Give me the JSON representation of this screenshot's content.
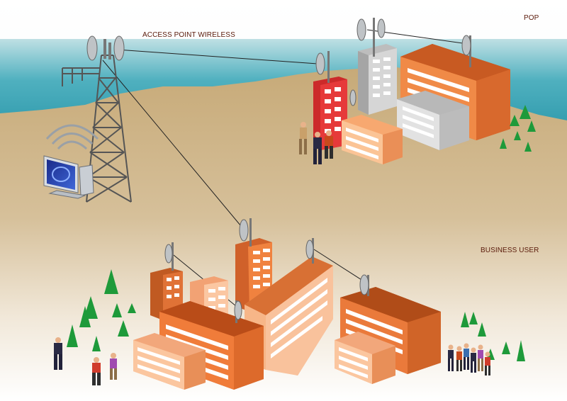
{
  "labels": {
    "access_point": "ACCESS POINT WIRELESS",
    "pop": "POP",
    "business_user": "BUSINESS USER"
  },
  "colors": {
    "sea": "#3aa3b3",
    "ground": "#c9ad7e",
    "building_orange": "#e8762f",
    "building_light": "#f7b688",
    "building_red": "#e63a3a",
    "building_gray": "#cfcfcf",
    "tree": "#1e9a3a",
    "label_text": "#5a1a0a"
  }
}
